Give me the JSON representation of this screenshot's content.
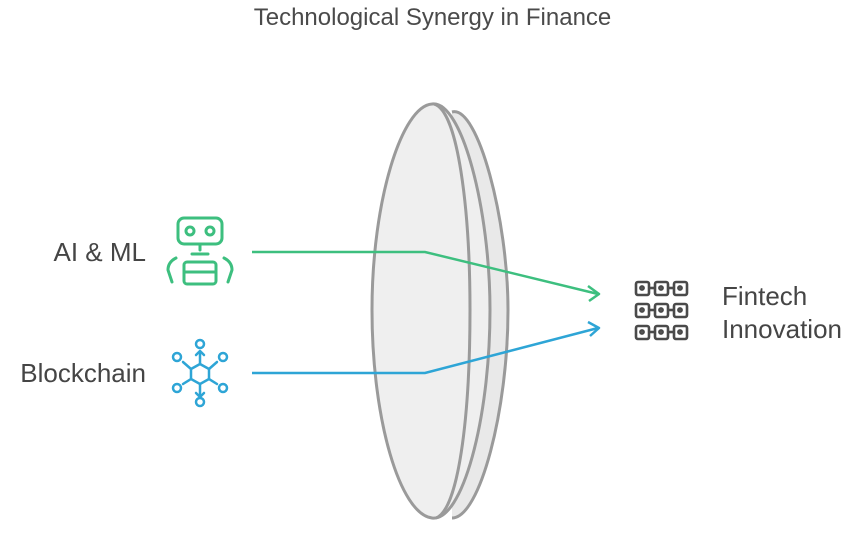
{
  "title": "Technological Synergy in Finance",
  "inputs": [
    {
      "label": "AI & ML",
      "icon": "robot-icon",
      "color": "#3dbf7f"
    },
    {
      "label": "Blockchain",
      "icon": "network-nodes-icon",
      "color": "#2ea5d6"
    }
  ],
  "output": {
    "label_line1": "Fintech",
    "label_line2": "Innovation",
    "icon": "blocks-grid-icon",
    "color": "#4a4a4a"
  },
  "lens": {
    "icon": "lens-shape",
    "fill": "#efefef",
    "stroke": "#9a9a9a"
  }
}
